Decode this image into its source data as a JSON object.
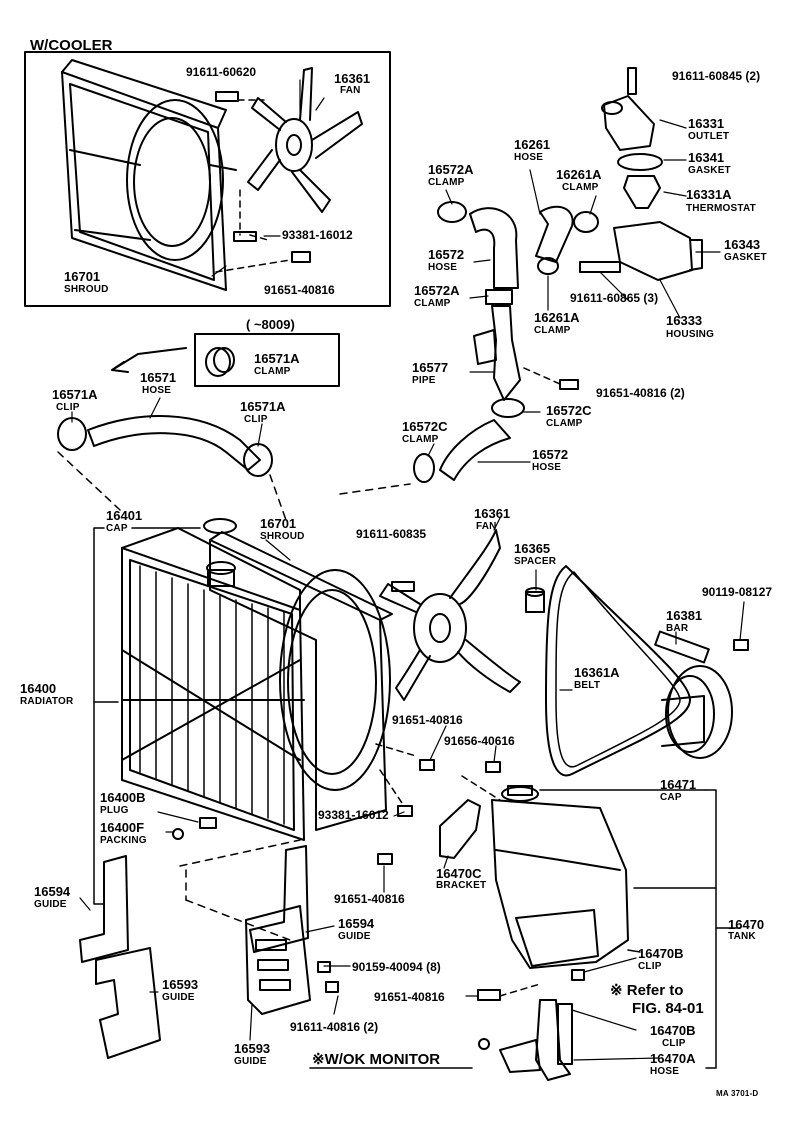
{
  "box": {
    "title": "W/COOLER"
  },
  "labels": {
    "p16361_top": {
      "num": "16361",
      "name": "FAN"
    },
    "p16701_top": {
      "num": "16701",
      "name": "SHROUD"
    },
    "bolt_60620": "91611-60620",
    "bolt_93381_top": "93381-16012",
    "bolt_91651_top": "91651-40816",
    "bolt_60845": "91611-60845 (2)",
    "p16331": {
      "num": "16331",
      "name": "OUTLET"
    },
    "p16341": {
      "num": "16341",
      "name": "GASKET"
    },
    "p16331A": {
      "num": "16331A",
      "name": "THERMOSTAT"
    },
    "p16343": {
      "num": "16343",
      "name": "GASKET"
    },
    "bolt_60865": "91611-60865 (3)",
    "p16333": {
      "num": "16333",
      "name": "HOUSING"
    },
    "p16261": {
      "num": "16261",
      "name": "HOSE"
    },
    "p16261A_top": {
      "num": "16261A",
      "name": "CLAMP"
    },
    "p16261A_bot": {
      "num": "16261A",
      "name": "CLAMP"
    },
    "p16572A_top": {
      "num": "16572A",
      "name": "CLAMP"
    },
    "p16572_top": {
      "num": "16572",
      "name": "HOSE"
    },
    "p16572A_mid": {
      "num": "16572A",
      "name": "CLAMP"
    },
    "p16577": {
      "num": "16577",
      "name": "PIPE"
    },
    "bolt_91651_2": "91651-40816 (2)",
    "p16572C_right": {
      "num": "16572C",
      "name": "CLAMP"
    },
    "p16572C_left": {
      "num": "16572C",
      "name": "CLAMP"
    },
    "p16572_bot": {
      "num": "16572",
      "name": "HOSE"
    },
    "range": "(      ~8009)",
    "p16571A_box": {
      "num": "16571A",
      "name": "CLAMP"
    },
    "p16571A_left": {
      "num": "16571A",
      "name": "CLIP"
    },
    "p16571": {
      "num": "16571",
      "name": "HOSE"
    },
    "p16571A_right": {
      "num": "16571A",
      "name": "CLIP"
    },
    "p16401": {
      "num": "16401",
      "name": "CAP"
    },
    "p16701_bot": {
      "num": "16701",
      "name": "SHROUD"
    },
    "p16400": {
      "num": "16400",
      "name": "RADIATOR"
    },
    "p16400B": {
      "num": "16400B",
      "name": "PLUG"
    },
    "p16400F": {
      "num": "16400F",
      "name": "PACKING"
    },
    "bolt_60835": "91611-60835",
    "p16361_bot": {
      "num": "16361",
      "name": "FAN"
    },
    "p16365": {
      "num": "16365",
      "name": "SPACER"
    },
    "bolt_90119": "90119-08127",
    "p16381": {
      "num": "16381",
      "name": "BAR"
    },
    "p16361A": {
      "num": "16361A",
      "name": "BELT"
    },
    "bolt_91651_mid": "91651-40816",
    "bolt_91656": "91656-40616",
    "bolt_93381_bot": "93381-16012",
    "p16471": {
      "num": "16471",
      "name": "CAP"
    },
    "p16470C": {
      "num": "16470C",
      "name": "BRACKET"
    },
    "bolt_91651_low": "91651-40816",
    "p16594_left": {
      "num": "16594",
      "name": "GUIDE"
    },
    "p16594_mid": {
      "num": "16594",
      "name": "GUIDE"
    },
    "p16470": {
      "num": "16470",
      "name": "TANK"
    },
    "bolt_90159": "90159-40094 (8)",
    "p16470B_top": {
      "num": "16470B",
      "name": "CLIP"
    },
    "p16593_left": {
      "num": "16593",
      "name": "GUIDE"
    },
    "bolt_91651_bot": "91651-40816",
    "refer_line1": "※ Refer to",
    "refer_line2": "FIG. 84-01",
    "bolt_91611_40816": "91611-40816 (2)",
    "p16470B_bot": {
      "num": "16470B",
      "name": "CLIP"
    },
    "p16593_bot": {
      "num": "16593",
      "name": "GUIDE"
    },
    "monitor": "※W/OK  MONITOR",
    "p16470A": {
      "num": "16470A",
      "name": "HOSE"
    },
    "fig_code": "MA  3701-D"
  }
}
